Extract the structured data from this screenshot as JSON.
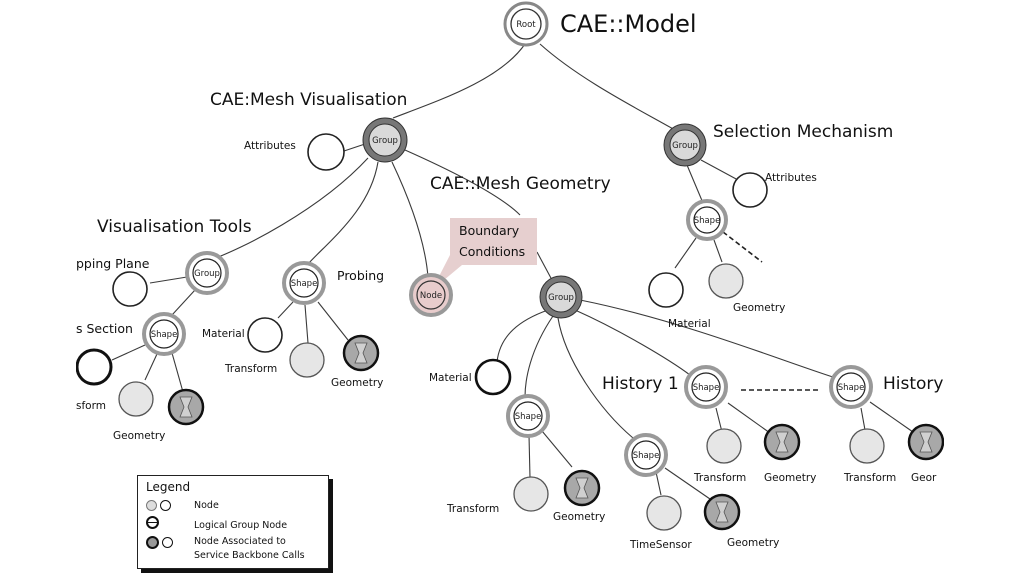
{
  "title": "CAE::Model",
  "groups": {
    "mesh_visualisation": "CAE:Mesh Visualisation",
    "selection_mechanism": "Selection Mechanism",
    "mesh_geometry": "CAE::Mesh Geometry",
    "visualisation_tools": "Visualisation Tools",
    "probing": "Probing",
    "clipping_plane": "pping Plane",
    "cross_section": "s Section",
    "history_1": "History 1",
    "history_n": "History"
  },
  "callout": {
    "line1": "Boundary",
    "line2": "Conditions"
  },
  "node_labels": {
    "root": "Root",
    "group": "Group",
    "shape": "Shape",
    "node": "Node"
  },
  "leaf_labels": {
    "attributes": "Attributes",
    "material": "Material",
    "transform": "Transform",
    "geometry": "Geometry",
    "timesensor": "TimeSensor",
    "transform_cut": "sform",
    "geometry_cut": "Geor"
  },
  "legend": {
    "title": "Legend",
    "rows": [
      {
        "label": "Node"
      },
      {
        "label": "Logical Group Node"
      },
      {
        "label": "Node Associated to"
      },
      {
        "label": "Service Backbone Calls"
      }
    ]
  },
  "colors": {
    "group_fill": "#d9d9d9",
    "node_pink": "#e8cccc",
    "callout_bg": "#e6cfcf",
    "leaf_grey": "#e6e6e6",
    "geometry_dark": "#a8a8a8"
  }
}
